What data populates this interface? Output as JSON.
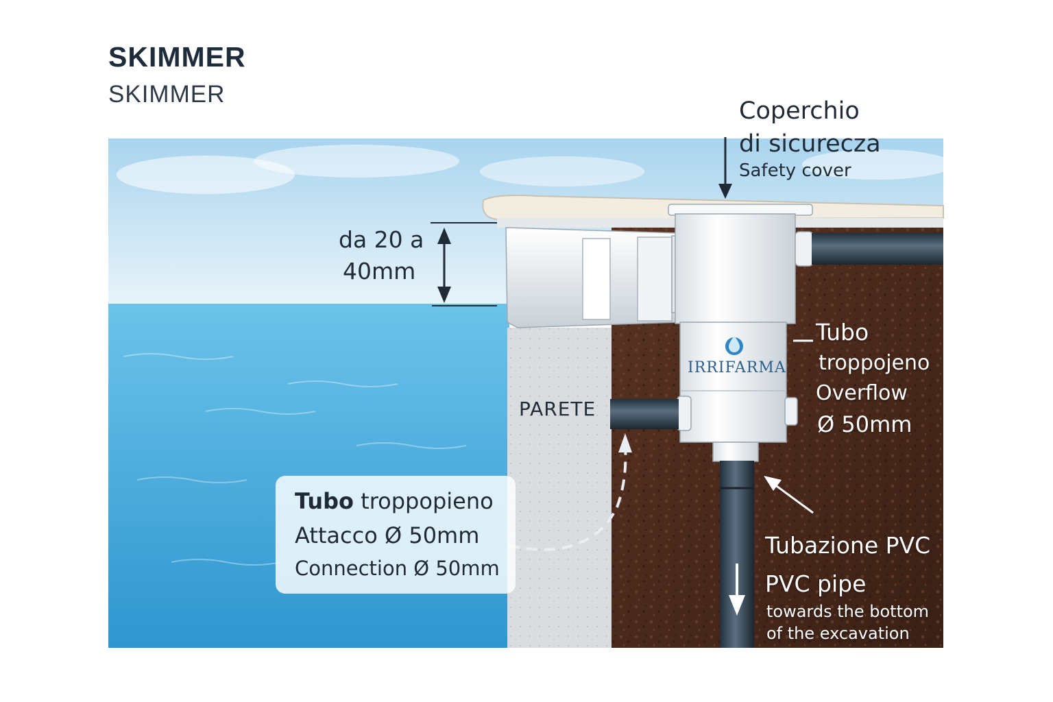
{
  "title": {
    "main": "SKIMMER",
    "sub": "SKIMMER"
  },
  "labels": {
    "cover": {
      "line1": "Coperchio",
      "line2": "di sicurecza",
      "line3": "Safety cover"
    },
    "dimension": {
      "line1": "da 20 a",
      "line2": "40mm"
    },
    "wall": "PARETE",
    "brand": "IRRIFARMA",
    "overflow": {
      "line1": "Tubo",
      "line2": "troppojeno",
      "line3": "Overflow",
      "line4": "Ø 50mm"
    },
    "pvc": {
      "line1": "Tubazione PVC",
      "line2": "PVC pipe",
      "line3": "towards the bottom",
      "line4": "of the excavation"
    },
    "connection_box": {
      "line1_bold": "Tubo",
      "line1_rest": " troppopieno",
      "line2": "Attacco Ø 50mm",
      "line3": "Connection Ø 50mm"
    }
  },
  "colors": {
    "water": "#4fb2e2",
    "sky": "#bfe0f2",
    "soil": "#4a2a1a",
    "concrete": "#d9dde0",
    "pipe": "#2f3f4e",
    "skimmer_body": "#f2f5f7"
  },
  "icons": [
    "water-drop-logo-icon",
    "down-arrow-icon",
    "double-arrow-icon",
    "pointer-arrow-icon",
    "curved-dashed-arrow-icon"
  ]
}
